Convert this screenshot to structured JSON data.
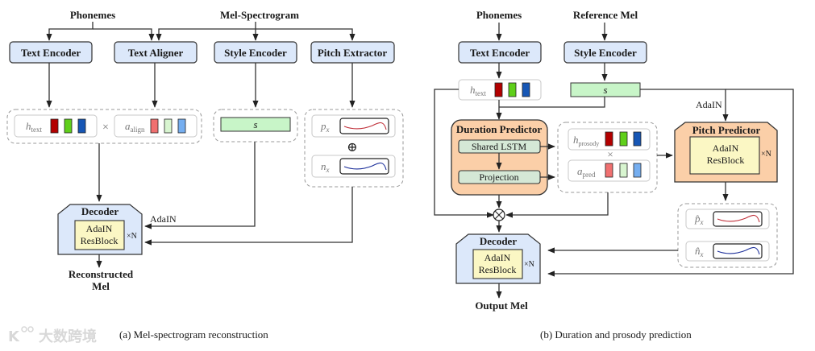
{
  "panel_a": {
    "inputs": {
      "phonemes": "Phonemes",
      "mel": "Mel-Spectrogram"
    },
    "modules": {
      "text_encoder": "Text Encoder",
      "text_aligner": "Text Aligner",
      "style_encoder": "Style Encoder",
      "pitch_extractor": "Pitch Extractor"
    },
    "h_text": {
      "base": "h",
      "sub": "text"
    },
    "a_align": {
      "base": "a",
      "sub": "align"
    },
    "times": "×",
    "style_vec": "s",
    "p_x": {
      "base": "p",
      "sub": "x"
    },
    "n_x": {
      "base": "n",
      "sub": "x"
    },
    "oplus": "⊕",
    "decoder": {
      "title": "Decoder",
      "block_line1": "AdaIN",
      "block_line2": "ResBlock",
      "repeat": "×N"
    },
    "adain_label": "AdaIN",
    "output_line1": "Reconstructed",
    "output_line2": "Mel",
    "caption": "(a) Mel-spectrogram reconstruction"
  },
  "panel_b": {
    "inputs": {
      "phonemes": "Phonemes",
      "ref_mel": "Reference Mel"
    },
    "modules": {
      "text_encoder": "Text Encoder",
      "style_encoder": "Style Encoder"
    },
    "h_text": {
      "base": "h",
      "sub": "text"
    },
    "style_vec": "s",
    "duration_predictor": {
      "title": "Duration Predictor",
      "lstm": "Shared LSTM",
      "projection": "Projection"
    },
    "h_prosody": {
      "base": "h",
      "sub": "prosody"
    },
    "a_pred": {
      "base": "a",
      "sub": "pred"
    },
    "times": "×",
    "otimes": "⊗",
    "adain_label": "AdaIN",
    "pitch_predictor": {
      "title": "Pitch Predictor",
      "block_line1": "AdaIN",
      "block_line2": "ResBlock",
      "repeat": "×N"
    },
    "p_hat": {
      "base": "p̂",
      "sub": "x"
    },
    "n_hat": {
      "base": "n̂",
      "sub": "x"
    },
    "decoder": {
      "title": "Decoder",
      "block_line1": "AdaIN",
      "block_line2": "ResBlock",
      "repeat": "×N"
    },
    "output": "Output Mel",
    "caption": "(b) Duration and prosody prediction"
  },
  "watermark": "大数跨境",
  "colors": {
    "module_fill": "#dce8fa",
    "style_fill": "#c8f5c8",
    "decoder_fill": "#dce8fa",
    "resblock_fill": "#fbf7c4",
    "orange_fill": "#fbcfa8",
    "lstm_fill": "#d5e8d6",
    "red": "#b30000",
    "green": "#5fcf1a",
    "blue": "#1656b5",
    "light_red": "#f07070",
    "light_green": "#d8f5d0",
    "light_blue": "#75aef0",
    "pitch_curve": "#c0303a",
    "energy_curve": "#1c2f9a"
  }
}
